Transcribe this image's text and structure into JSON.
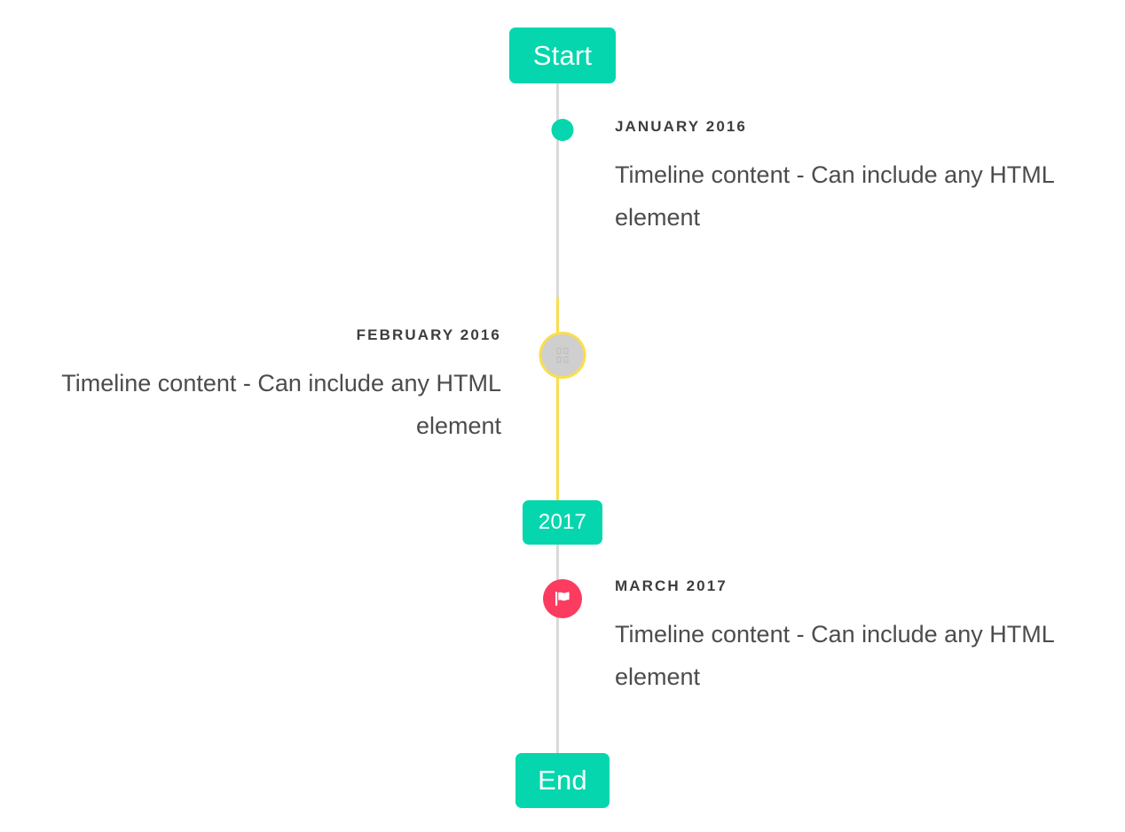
{
  "timeline": {
    "axis_color": "#d9d9d9",
    "accent_color": "#06d6ae",
    "highlight_color": "#fbdd4e",
    "flag_color": "#fb3b60",
    "start_badge": "Start",
    "year_badge": "2017",
    "end_badge": "End",
    "entries": [
      {
        "date": "JANUARY 2016",
        "body": "Timeline content - Can include any HTML element",
        "marker": "dot-marker",
        "align": "right"
      },
      {
        "date": "FEBRUARY 2016",
        "body": "Timeline content - Can include any HTML element",
        "marker": "ring-marker",
        "align": "left"
      },
      {
        "date": "MARCH 2017",
        "body": "Timeline content - Can include any HTML element",
        "marker": "flag-marker",
        "align": "right"
      }
    ]
  }
}
